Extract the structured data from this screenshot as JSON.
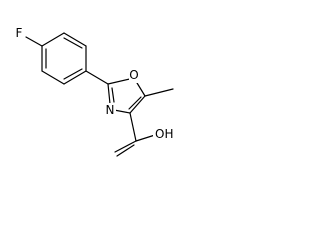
{
  "molecule": {
    "labels": {
      "fluorine": "F",
      "ring_oxygen": "O",
      "ring_nitrogen": "N",
      "hydroxyl": "OH"
    }
  },
  "colors": {
    "bond": "#000000",
    "label": "#000000",
    "background": "#ffffff"
  }
}
